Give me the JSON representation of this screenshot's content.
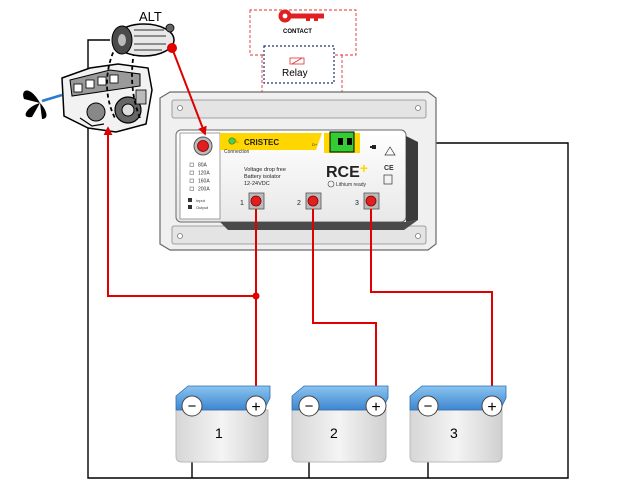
{
  "alternator": {
    "label": "ALT"
  },
  "key_switch": {
    "label": "CONTACT"
  },
  "relay": {
    "label": "Relay"
  },
  "isolator": {
    "brand": "CRISTEC",
    "model_text": "RCE",
    "model_plus": "+",
    "description": [
      "Voltage drop free",
      "Battery isolator",
      "12-24VDC"
    ],
    "lithium": "Lithium ready",
    "ce": "CE",
    "led_label": "Connection",
    "ratings": [
      "80A",
      "120A",
      "160A",
      "200A"
    ],
    "io_labels": [
      "Input",
      "Output"
    ],
    "output_numbers": [
      "1",
      "2",
      "3"
    ],
    "d_plus": "D+"
  },
  "batteries": [
    {
      "number": "1",
      "minus": "−",
      "plus": "+"
    },
    {
      "number": "2",
      "minus": "−",
      "plus": "+"
    },
    {
      "number": "3",
      "minus": "−",
      "plus": "+"
    }
  ],
  "colors": {
    "positive_wire": "#ff0000",
    "negative_wire": "#000000",
    "signal_wire": "#c00000",
    "battery_top": "#4a90d9",
    "battery_body": "#e6e6e6",
    "isolator_accent": "#ffd600",
    "relay_contact": "#33cc33"
  }
}
